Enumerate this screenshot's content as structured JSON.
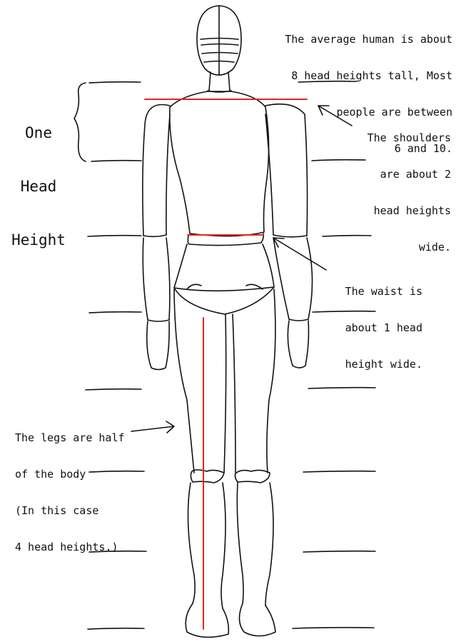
{
  "annotations": {
    "average_height": {
      "lines": [
        "The average human is about",
        "8 head heights tall, Most",
        "people are between",
        "6 and 10."
      ]
    },
    "head_height_label": {
      "lines": [
        "One",
        "Head",
        "Height"
      ]
    },
    "shoulders": {
      "lines": [
        "The shoulders",
        "are about 2",
        "head heights",
        "wide."
      ]
    },
    "waist": {
      "lines": [
        "The waist is",
        "about 1 head",
        "height wide."
      ]
    },
    "legs": {
      "lines": [
        "The legs are half",
        "of the body",
        "(In this case",
        "4 head heights.)"
      ]
    }
  },
  "colors": {
    "outline": "#111111",
    "measure_line": "#e3261f",
    "background": "#ffffff"
  }
}
